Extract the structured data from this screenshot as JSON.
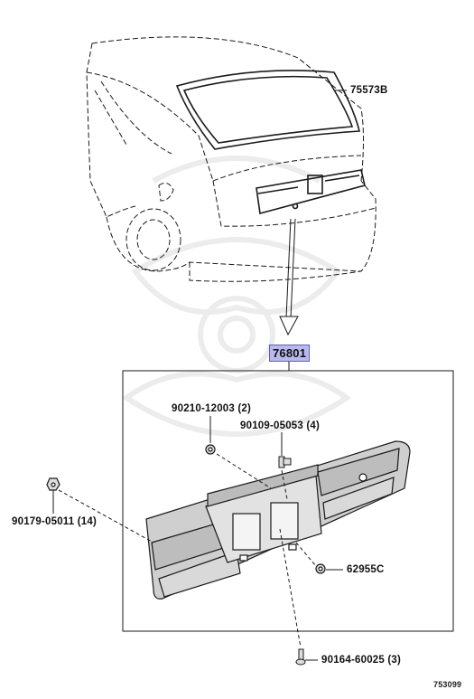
{
  "callouts": {
    "rear_window_molding": "75573B",
    "garnish_assembly": "76801",
    "screw_a": "90210-12003 (2)",
    "screw_b": "90109-05053 (4)",
    "nut_left": "90179-05011 (14)",
    "clip": "62955C",
    "screw_bottom": "90164-60025 (3)"
  },
  "diagram_code": "753099",
  "colors": {
    "line": "#1a1a1a",
    "highlight": "#b9b9ef",
    "part_fill": "#d6d6d6",
    "watermark": "#efefef"
  }
}
